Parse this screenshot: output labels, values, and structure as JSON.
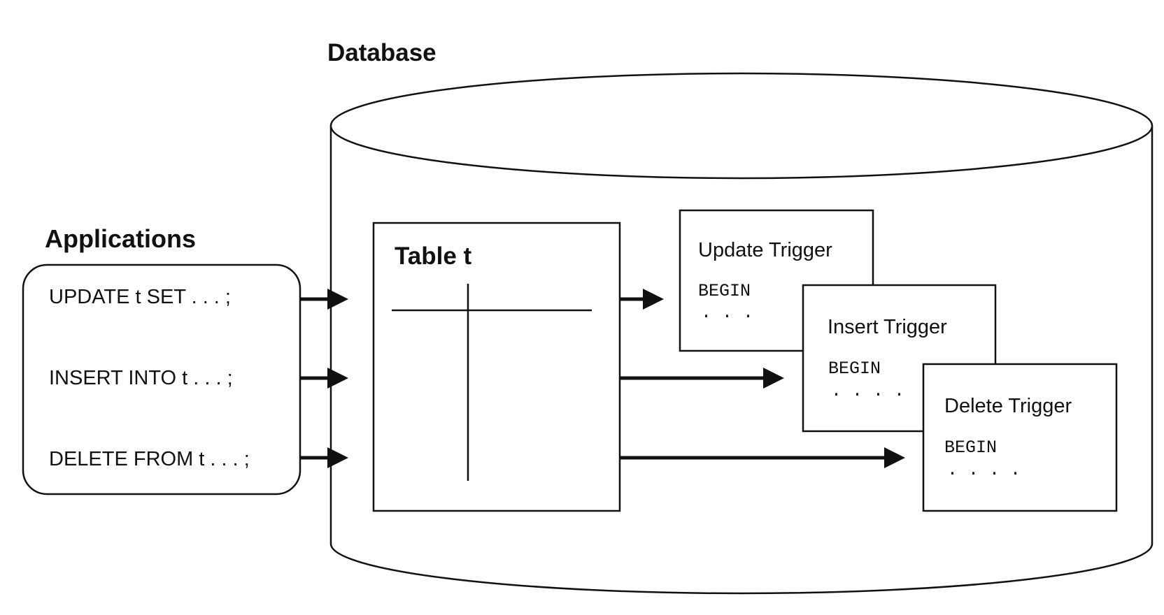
{
  "database": {
    "title": "Database"
  },
  "applications": {
    "title": "Applications",
    "statements": [
      "UPDATE t SET . . . ;",
      "INSERT INTO t . . . ;",
      "DELETE FROM t . . . ;"
    ]
  },
  "table": {
    "title": "Table t"
  },
  "triggers": [
    {
      "title": "Update Trigger",
      "code": "BEGIN",
      "ellipsis": ". . ."
    },
    {
      "title": "Insert Trigger",
      "code": "BEGIN",
      "ellipsis": ". . . ."
    },
    {
      "title": "Delete Trigger",
      "code": "BEGIN",
      "ellipsis": ". . . ."
    }
  ]
}
